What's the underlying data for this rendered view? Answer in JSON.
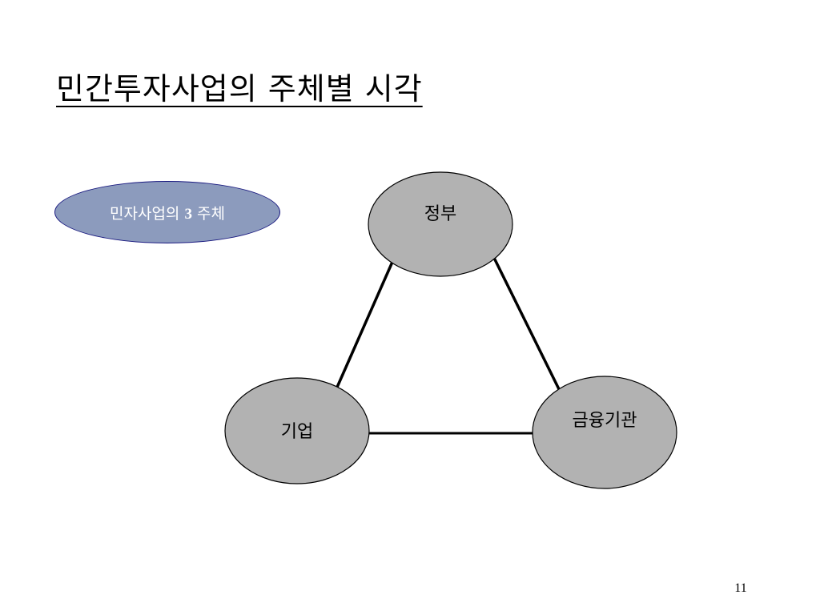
{
  "slide": {
    "title": "민간투자사업의 주체별 시각",
    "page_number": "11"
  },
  "badge": {
    "prefix": "민자사업의 ",
    "number": "3",
    "suffix": " 주체",
    "fill_color": "#8c9bbd",
    "border_color": "#1a1a80",
    "text_color": "#ffffff"
  },
  "diagram": {
    "node_color": "#b2b2b2",
    "nodes": {
      "government": "정부",
      "company": "기업",
      "financial_institution": "금융기관"
    },
    "edges": [
      [
        "government",
        "company"
      ],
      [
        "government",
        "financial_institution"
      ],
      [
        "company",
        "financial_institution"
      ]
    ]
  }
}
